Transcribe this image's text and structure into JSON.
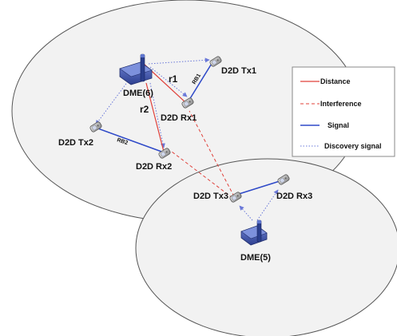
{
  "cells": {
    "upper": {},
    "lower": {}
  },
  "nodes": {
    "dme6": {
      "label": "DME(6)"
    },
    "dme5": {
      "label": "DME(5)"
    },
    "tx1": {
      "label": "D2D Tx1"
    },
    "rx1": {
      "label": "D2D Rx1"
    },
    "tx2": {
      "label": "D2D Tx2"
    },
    "rx2": {
      "label": "D2D Rx2"
    },
    "tx3": {
      "label": "D2D Tx3"
    },
    "rx3": {
      "label": "D2D Rx3"
    }
  },
  "link_labels": {
    "r1": "r1",
    "r2": "r2",
    "rb1": "RB1",
    "rb2": "RB2"
  },
  "legend": {
    "items": [
      {
        "key": "distance",
        "label": "Distance",
        "color": "#e0403a",
        "style": "solid"
      },
      {
        "key": "interference",
        "label": "Interference",
        "color": "#e0403a",
        "style": "dashed"
      },
      {
        "key": "signal",
        "label": "Signal",
        "color": "#2e49c8",
        "style": "solid"
      },
      {
        "key": "discovery",
        "label": "Discovery signal",
        "color": "#6a78d8",
        "style": "dotted"
      }
    ]
  },
  "colors": {
    "cell_fill": "#f2f2f2",
    "cell_stroke": "#555555",
    "distance": "#e0403a",
    "interference": "#e0403a",
    "signal": "#2e49c8",
    "discovery": "#6a78d8",
    "dme_base": "#3f55a8",
    "dme_antenna": "#2a3e8c"
  }
}
